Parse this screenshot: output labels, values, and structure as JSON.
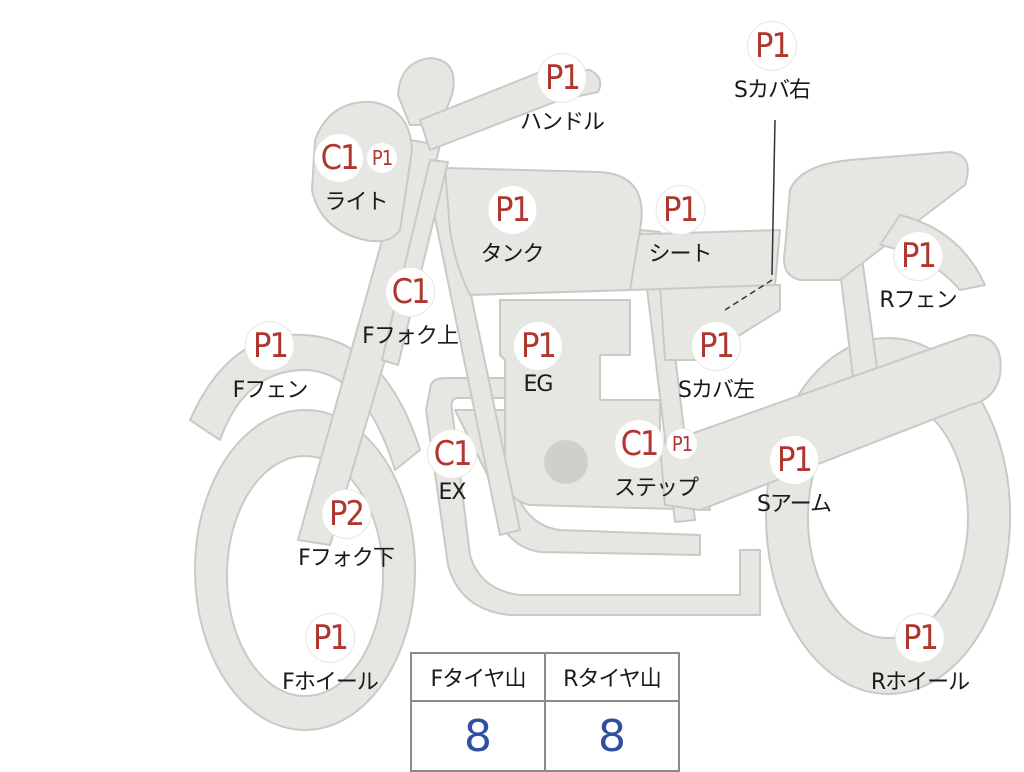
{
  "colors": {
    "part_fill": "#e6e6e2",
    "part_stroke": "#c9c9c5",
    "badge_text": "#b0372f",
    "value_text": "#2f4fa3"
  },
  "markers": [
    {
      "id": "handle",
      "codes": [
        "P1"
      ],
      "label": "ハンドル"
    },
    {
      "id": "s-cover-right",
      "codes": [
        "P1"
      ],
      "label": "Sカバ右"
    },
    {
      "id": "light",
      "codes": [
        "C1",
        "P1"
      ],
      "label": "ライト"
    },
    {
      "id": "tank",
      "codes": [
        "P1"
      ],
      "label": "タンク"
    },
    {
      "id": "seat",
      "codes": [
        "P1"
      ],
      "label": "シート"
    },
    {
      "id": "r-fender",
      "codes": [
        "P1"
      ],
      "label": "Rフェン"
    },
    {
      "id": "f-fork-upper",
      "codes": [
        "C1"
      ],
      "label": "Fフォク上"
    },
    {
      "id": "f-fender",
      "codes": [
        "P1"
      ],
      "label": "Fフェン"
    },
    {
      "id": "engine",
      "codes": [
        "P1"
      ],
      "label": "EG"
    },
    {
      "id": "s-cover-left",
      "codes": [
        "P1"
      ],
      "label": "Sカバ左"
    },
    {
      "id": "exhaust",
      "codes": [
        "C1"
      ],
      "label": "EX"
    },
    {
      "id": "step",
      "codes": [
        "C1",
        "P1"
      ],
      "label": "ステップ"
    },
    {
      "id": "swing-arm",
      "codes": [
        "P1"
      ],
      "label": "Sアーム"
    },
    {
      "id": "f-fork-lower",
      "codes": [
        "P2"
      ],
      "label": "Fフォク下"
    },
    {
      "id": "f-wheel",
      "codes": [
        "P1"
      ],
      "label": "Fホイール"
    },
    {
      "id": "r-wheel",
      "codes": [
        "P1"
      ],
      "label": "Rホイール"
    }
  ],
  "tire_table": {
    "front_header": "Fタイヤ山",
    "rear_header": "Rタイヤ山",
    "front_value": "8",
    "rear_value": "8"
  }
}
